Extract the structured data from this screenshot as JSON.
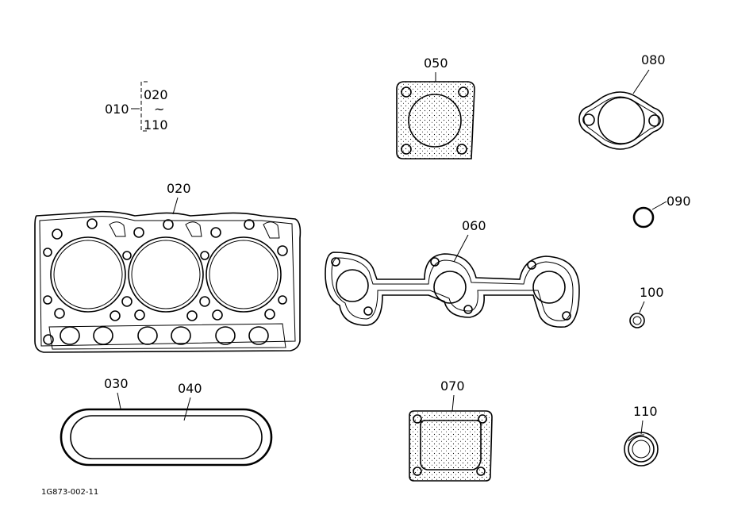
{
  "callouts": {
    "p010": "010",
    "p020_range": "020",
    "tilde": "~",
    "p110_range": "110",
    "p020": "020",
    "p030": "030",
    "p040": "040",
    "p050": "050",
    "p060": "060",
    "p070": "070",
    "p080": "080",
    "p090": "090",
    "p100": "100",
    "p110": "110"
  },
  "figure_code": "1G873-002-11",
  "colors": {
    "line": "#000000",
    "background": "#ffffff"
  }
}
